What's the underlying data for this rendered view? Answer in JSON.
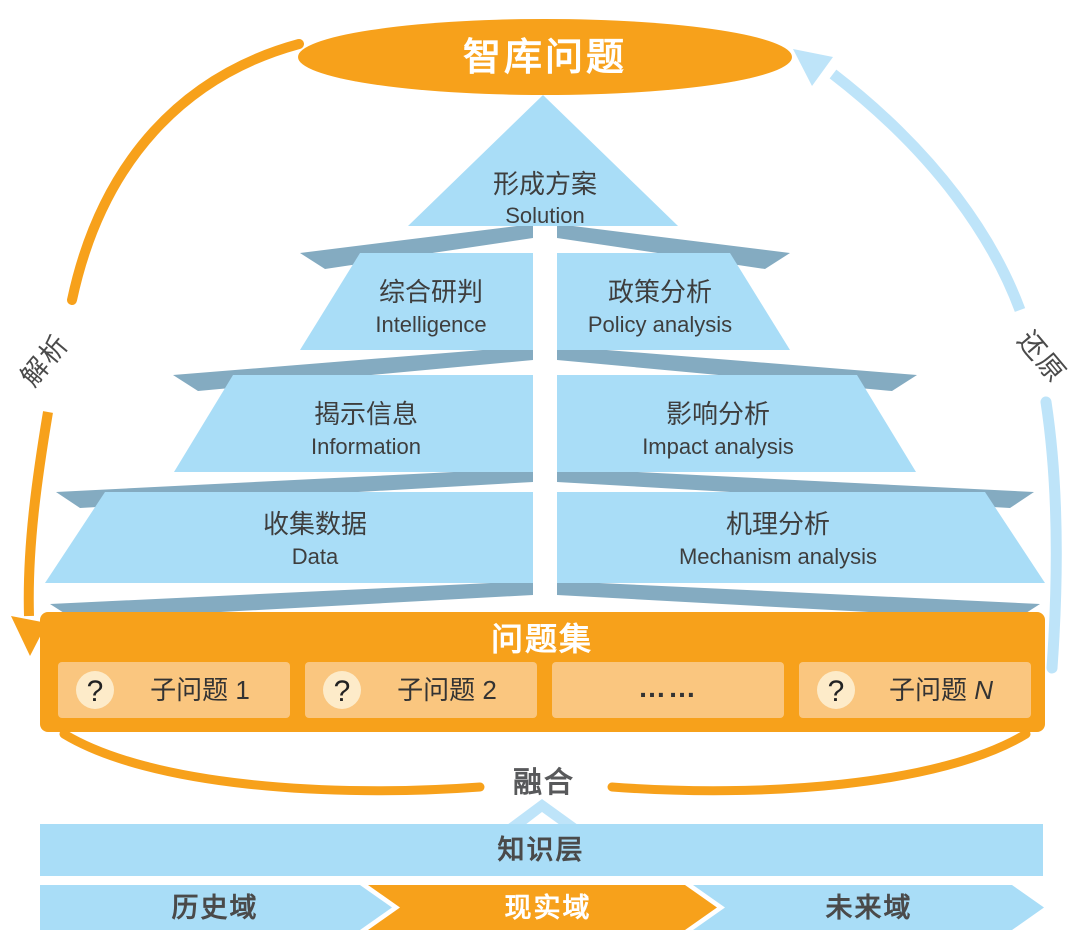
{
  "colors": {
    "orange": "#F7A11B",
    "orangeLight": "#FAC67F",
    "cream": "#FDEBC9",
    "blue": "#A9DDF7",
    "blueSoft": "#BEE4F9",
    "slate": "#84ABC1",
    "ink": "#3E3E3E"
  },
  "header": {
    "title": "智库问题"
  },
  "cycle": {
    "decompose_label": "解析",
    "restore_label": "还原",
    "fusion_label": "融合"
  },
  "pyramid": {
    "apex": {
      "zh": "形成方案",
      "en": "Solution"
    },
    "levels": [
      {
        "left": {
          "zh": "综合研判",
          "en": "Intelligence"
        },
        "right": {
          "zh": "政策分析",
          "en": "Policy analysis"
        }
      },
      {
        "left": {
          "zh": "揭示信息",
          "en": "Information"
        },
        "right": {
          "zh": "影响分析",
          "en": "Impact analysis"
        }
      },
      {
        "left": {
          "zh": "收集数据",
          "en": "Data"
        },
        "right": {
          "zh": "机理分析",
          "en": "Mechanism analysis"
        }
      }
    ]
  },
  "problem_set": {
    "title": "问题集",
    "items": [
      {
        "icon": "?",
        "prefix": "子问题 ",
        "num": "1"
      },
      {
        "icon": "?",
        "prefix": "子问题 ",
        "num": "2"
      },
      {
        "ellipsis": "……"
      },
      {
        "icon": "?",
        "prefix": "子问题 ",
        "num": "N"
      }
    ]
  },
  "knowledge_layer": {
    "label": "知识层"
  },
  "domains": [
    {
      "label": "历史域"
    },
    {
      "label": "现实域"
    },
    {
      "label": "未来域"
    }
  ]
}
